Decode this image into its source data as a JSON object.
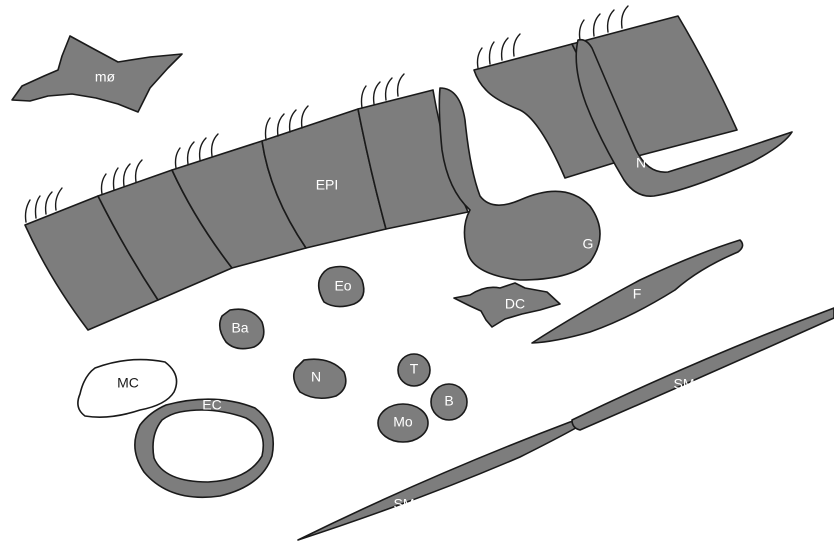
{
  "colors": {
    "cell_fill": "#7d7d7d",
    "outline": "#1a1a1a",
    "label_text": "#ffffff",
    "background": "#ffffff"
  },
  "labels": {
    "macrophage": "mø",
    "epithelium": "EPI",
    "goblet": "G",
    "nerve_upper": "N",
    "eosinophil": "Eo",
    "basophil": "Ba",
    "dendritic_cell": "DC",
    "fibroblast": "F",
    "mast_cell": "MC",
    "neutrophil": "N",
    "t_cell": "T",
    "b_cell": "B",
    "monocyte": "Mo",
    "endothelial_cell": "EC",
    "smooth_muscle_upper": "SM",
    "smooth_muscle_lower": "SM"
  }
}
